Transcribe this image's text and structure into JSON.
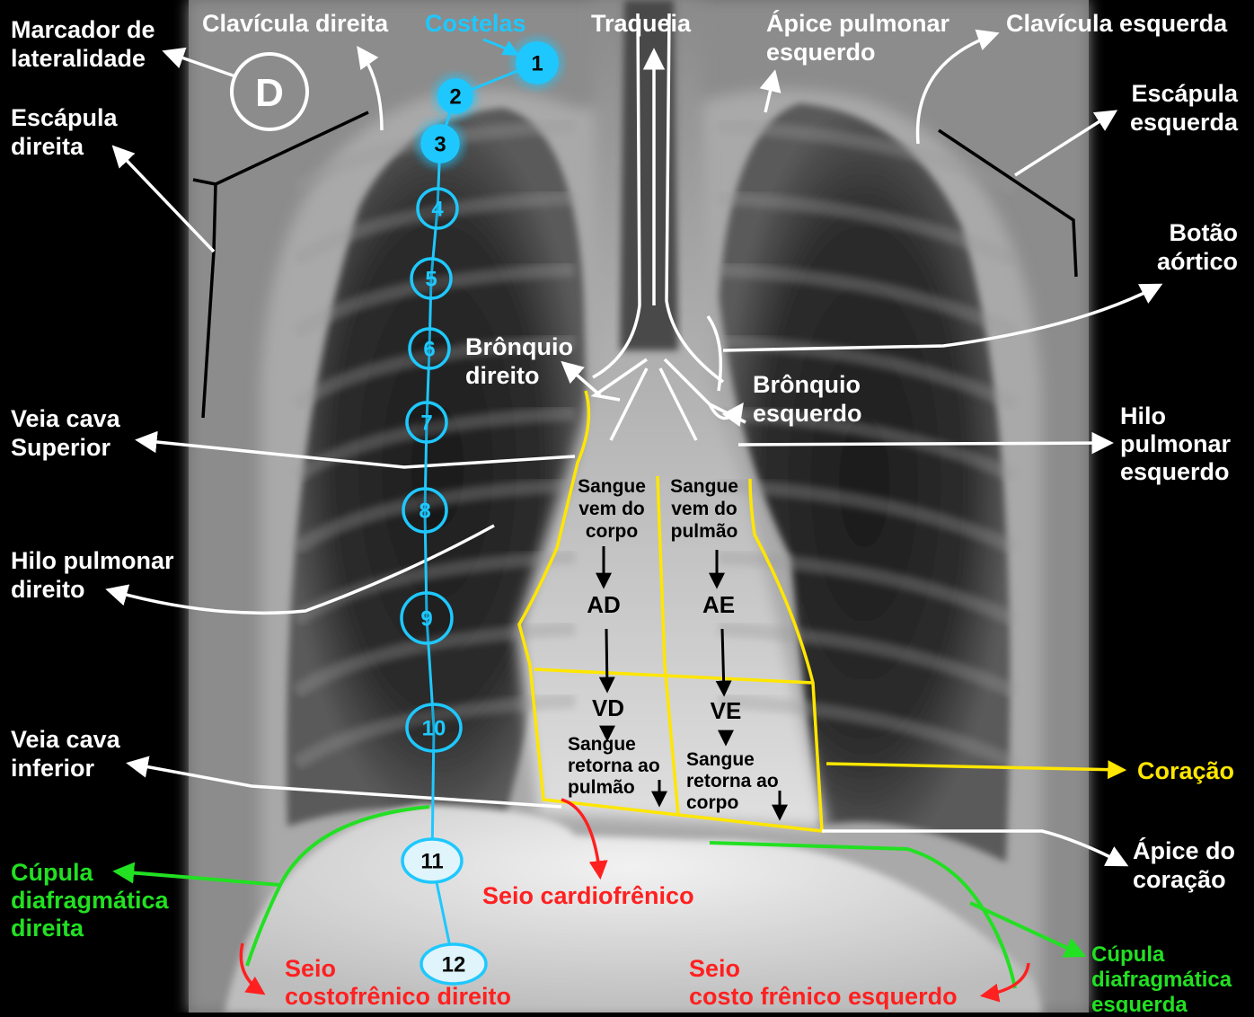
{
  "colors": {
    "label": "#ffffff",
    "heart": "#ffe600",
    "diaphragm": "#22e022",
    "sinus": "#ff2020",
    "ribs": "#1ec8ff",
    "background": "#000000"
  },
  "labels": {
    "marker": [
      "Marcador de",
      "lateralidade"
    ],
    "marker_letter": "D",
    "right_clavicle": [
      "Clavícula direita"
    ],
    "ribs_title": [
      "Costelas"
    ],
    "trachea": [
      "Traqueia"
    ],
    "left_apex": [
      "Ápice pulmonar",
      "esquerdo"
    ],
    "left_clavicle": [
      "Clavícula esquerda"
    ],
    "right_scapula": [
      "Escápula",
      "direita"
    ],
    "left_scapula": [
      "Escápula",
      "esquerda"
    ],
    "aortic_knob": [
      "Botão",
      "aórtico"
    ],
    "right_bronchus": [
      "Brônquio",
      "direito"
    ],
    "left_bronchus": [
      "Brônquio",
      "esquerdo"
    ],
    "svc": [
      "Veia cava",
      "Superior"
    ],
    "left_hilum": [
      "Hilo",
      "pulmonar",
      "esquerdo"
    ],
    "right_hilum": [
      "Hilo pulmonar",
      "direito"
    ],
    "ivc": [
      "Veia cava",
      "inferior"
    ],
    "heart": [
      "Coração"
    ],
    "heart_apex": [
      "Ápice do",
      "coração"
    ],
    "right_dome": [
      "Cúpula",
      "diafragmática",
      "direita"
    ],
    "cardiophrenic": [
      "Seio cardiofrênico"
    ],
    "left_dome": [
      "Cúpula",
      "diafragmática",
      "esquerda"
    ],
    "right_costophrenic": [
      "Seio",
      "costofrênico direito"
    ],
    "left_costophrenic": [
      "Seio",
      "costo frênico esquerdo"
    ]
  },
  "heart": {
    "body_blood": [
      "Sangue",
      "vem do",
      "corpo"
    ],
    "lung_blood": [
      "Sangue",
      "vem do",
      "pulmão"
    ],
    "ra": "AD",
    "la": "AE",
    "rv": "VD",
    "lv": "VE",
    "to_lung": [
      "Sangue",
      "retorna  ao",
      "pulmão"
    ],
    "to_body": [
      "Sangue",
      "retorna  ao",
      "corpo"
    ]
  },
  "ribs": [
    "1",
    "2",
    "3",
    "4",
    "5",
    "6",
    "7",
    "8",
    "9",
    "10",
    "11",
    "12"
  ]
}
